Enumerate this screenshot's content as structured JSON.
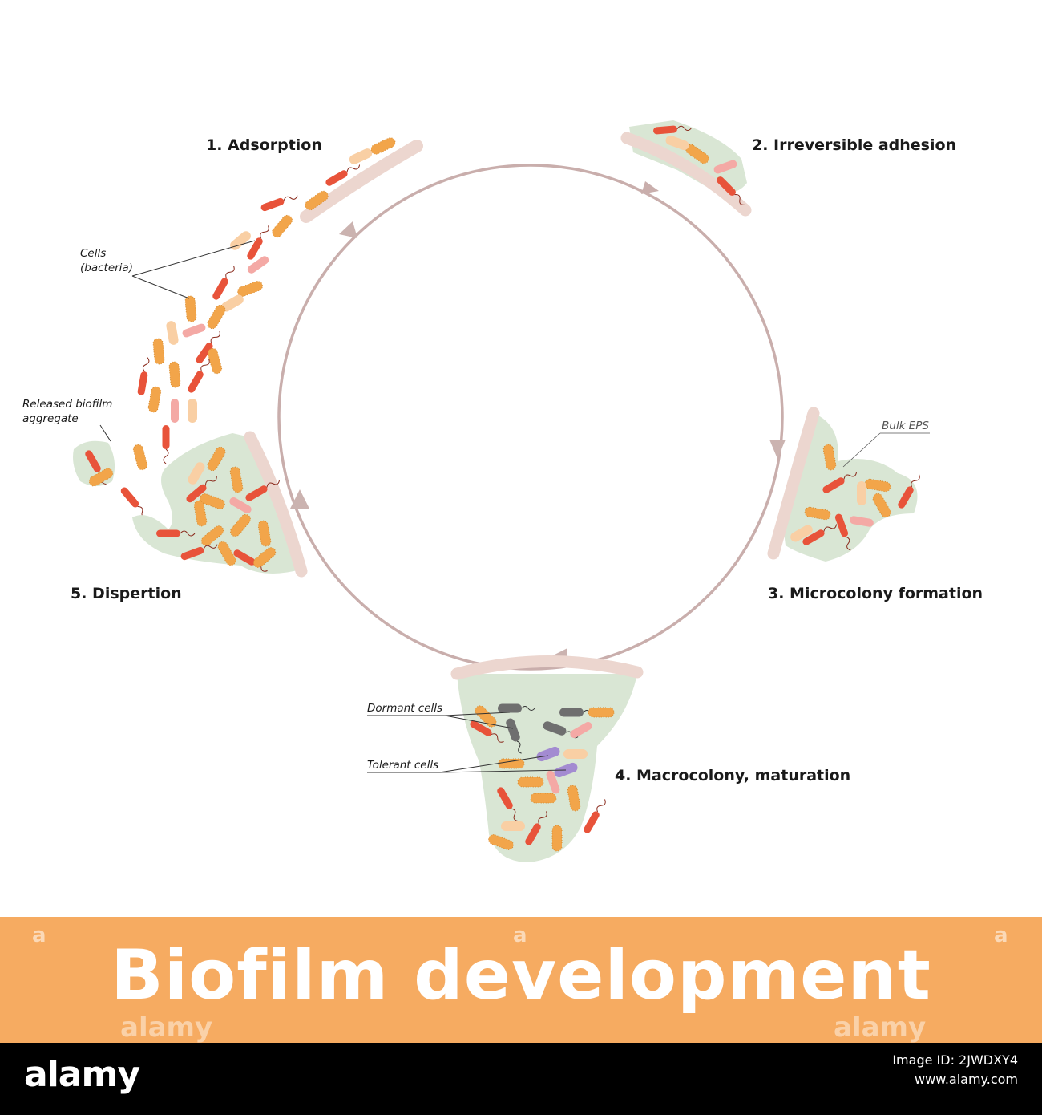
{
  "stages": [
    {
      "label": "1. Adsorption"
    },
    {
      "label": "2. Irreversible adhesion"
    },
    {
      "label": "3. Microcolony formation"
    },
    {
      "label": "4. Macrocolony, maturation"
    },
    {
      "label": "5. Dispertion"
    }
  ],
  "callouts": {
    "cells_line1": "Cells",
    "cells_line2": "(bacteria)",
    "released_line1": "Released biofilm",
    "released_line2": "aggregate",
    "bulk_eps": "Bulk EPS",
    "dormant": "Dormant cells",
    "tolerant": "Tolerant cells"
  },
  "banner": {
    "title": "Biofilm development",
    "watermark_letter": "a",
    "watermark_word": "alamy"
  },
  "footer": {
    "logo": "alamy",
    "image_id_label": "Image ID: 2JWDXY4",
    "site": "www.alamy.com"
  },
  "colors": {
    "cycle_arrow": "#c9aeac",
    "surface": "#ecd6cf",
    "matrix": "#d9e6d4",
    "cell_orange": "#f2a54a",
    "cell_red": "#e8533a",
    "cell_pink": "#f4a9a5",
    "cell_gray": "#6f6f6f",
    "cell_purple": "#a38bd1",
    "banner": "#f6ab61"
  }
}
